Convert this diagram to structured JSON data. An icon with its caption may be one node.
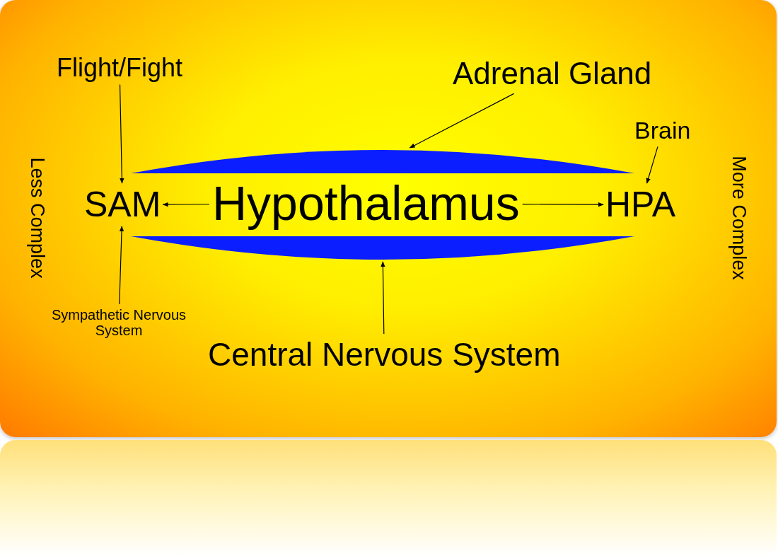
{
  "diagram": {
    "nodes": [
      {
        "text": [
          "Flight/Fight"
        ]
      },
      {
        "text": [
          "Adrenal Gland"
        ]
      },
      {
        "text": [
          "Brain"
        ]
      },
      {
        "text": [],
        "shape": "lens"
      },
      {
        "text": [
          "SAM"
        ]
      },
      {
        "text": [
          "Hypothalamus"
        ]
      },
      {
        "text": [
          "HPA"
        ]
      },
      {
        "text": [],
        "shape": "lens"
      },
      {
        "text": [
          "Sympathetic Nervous System"
        ]
      },
      {
        "text": [
          "Central Nervous System"
        ]
      }
    ],
    "edges": [
      {
        "from": 0,
        "to": 4,
        "arrow": "to"
      },
      {
        "from": 1,
        "to": 3,
        "arrow": "to"
      },
      {
        "from": 2,
        "to": 6,
        "arrow": "to"
      },
      {
        "from": 5,
        "to": 4,
        "arrow": "to"
      },
      {
        "from": 5,
        "to": 6,
        "arrow": "to"
      },
      {
        "from": 8,
        "to": 4,
        "arrow": "to"
      },
      {
        "from": 9,
        "to": 7,
        "arrow": "to"
      }
    ],
    "labels": [
      "Less Complex",
      "More Complex"
    ]
  }
}
